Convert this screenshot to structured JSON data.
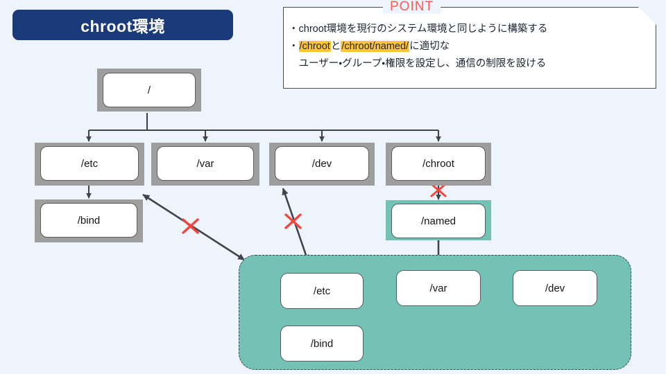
{
  "title": {
    "text": "chroot環境"
  },
  "point": {
    "label": "POINT",
    "lines": [
      {
        "segments": [
          {
            "text": "・chroot環境を現行のシステム環境と同じように構築する",
            "highlight": false
          }
        ]
      },
      {
        "segments": [
          {
            "text": "・",
            "highlight": false
          },
          {
            "text": "/chroot",
            "highlight": true
          },
          {
            "text": "と",
            "highlight": false
          },
          {
            "text": "/chroot/named/",
            "highlight": true
          },
          {
            "text": "に適切な",
            "highlight": false
          }
        ]
      },
      {
        "segments": [
          {
            "text": "　ユーザー・グループ・権限を設定し、通信の制限を設ける",
            "highlight": false
          }
        ]
      }
    ]
  },
  "host_tree": {
    "root": {
      "label": "/"
    },
    "children": [
      {
        "label": "/etc"
      },
      {
        "label": "/var"
      },
      {
        "label": "/dev"
      },
      {
        "label": "/chroot"
      }
    ],
    "etc_child": {
      "label": "/bind"
    },
    "chroot_child": {
      "label": "/named"
    }
  },
  "chroot_tree": {
    "children": [
      {
        "label": "/etc"
      },
      {
        "label": "/var"
      },
      {
        "label": "/dev"
      }
    ],
    "etc_child": {
      "label": "/bind"
    }
  },
  "markers": {
    "blocked_links": 3,
    "blocked_symbol": "×"
  },
  "colors": {
    "background": "#eef4fc",
    "title_banner": "#1b3a7a",
    "title_text": "#ffffff",
    "point_accent": "#ff5a52",
    "highlight": "#ffc43d",
    "node_fill": "#ffffff",
    "node_border": "#5a5a5a",
    "node_shadow": "#9e9e9e",
    "teal": "#74c2b5",
    "teal_border": "#3d4450",
    "link": "#3d4450",
    "blocked": "#f4453c"
  }
}
